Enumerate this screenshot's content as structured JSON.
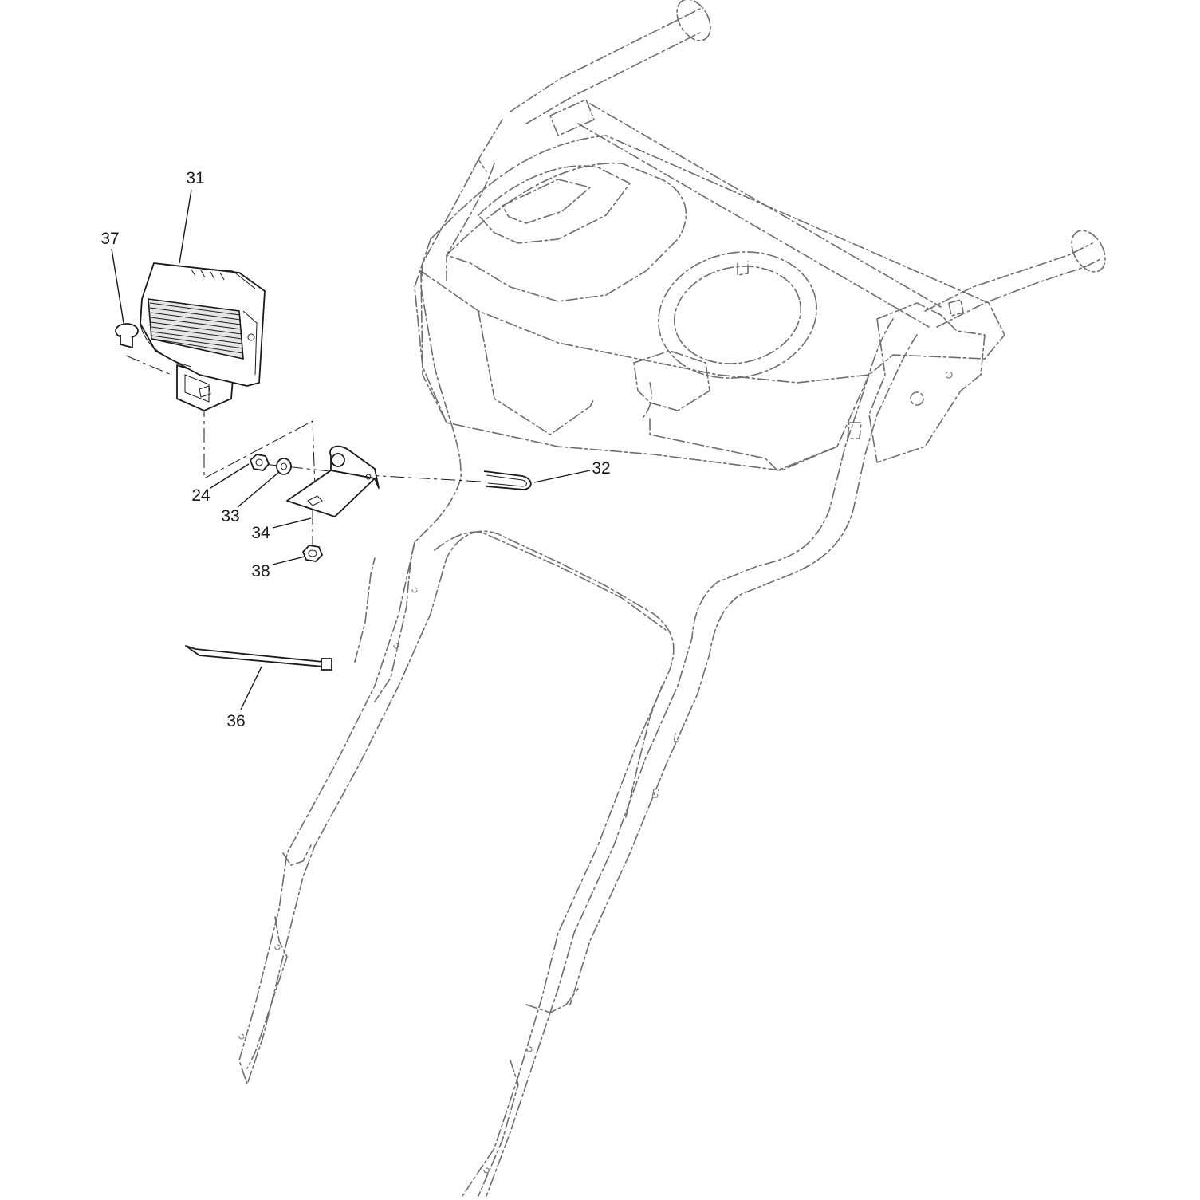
{
  "callouts": {
    "c31": "31",
    "c37": "37",
    "c24": "24",
    "c33": "33",
    "c34": "34",
    "c38": "38",
    "c32": "32",
    "c36": "36"
  },
  "icons": {
    "headlight": "headlight-assembly-icon",
    "button": "push-button-icon",
    "bracket": "mounting-bracket-icon",
    "nut": "hex-nut-icon",
    "washer": "washer-icon",
    "lock_nut": "lock-nut-icon",
    "u_clip": "u-clip-icon",
    "cable_tie": "cable-tie-icon"
  },
  "colors": {
    "line": "#1a1a1a",
    "ghost_line": "#6e6e6e",
    "background": "#ffffff"
  }
}
